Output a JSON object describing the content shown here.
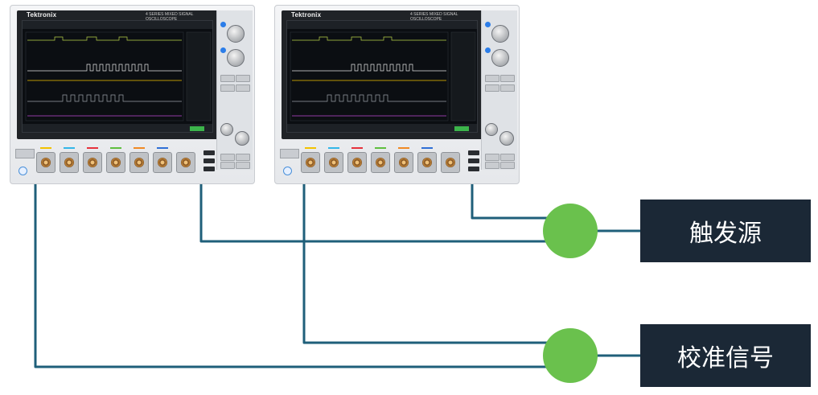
{
  "scopes": [
    {
      "brand": "Tektronix",
      "model": "4 SERIES  MIXED SIGNAL OSCILLOSCOPE"
    },
    {
      "brand": "Tektronix",
      "model": "4 SERIES  MIXED SIGNAL OSCILLOSCOPE"
    }
  ],
  "labels": {
    "trigger_source": "触发源",
    "calibration_signal": "校准信号"
  },
  "colors": {
    "cable": "#1f5f7a",
    "node": "#6ac14d",
    "label_bg": "#1b2836",
    "label_text": "#ffffff",
    "channel_tags": [
      "#f2c200",
      "#33b6e8",
      "#e6323c",
      "#5fbf3f",
      "#f08a24",
      "#2f6fd6"
    ]
  }
}
